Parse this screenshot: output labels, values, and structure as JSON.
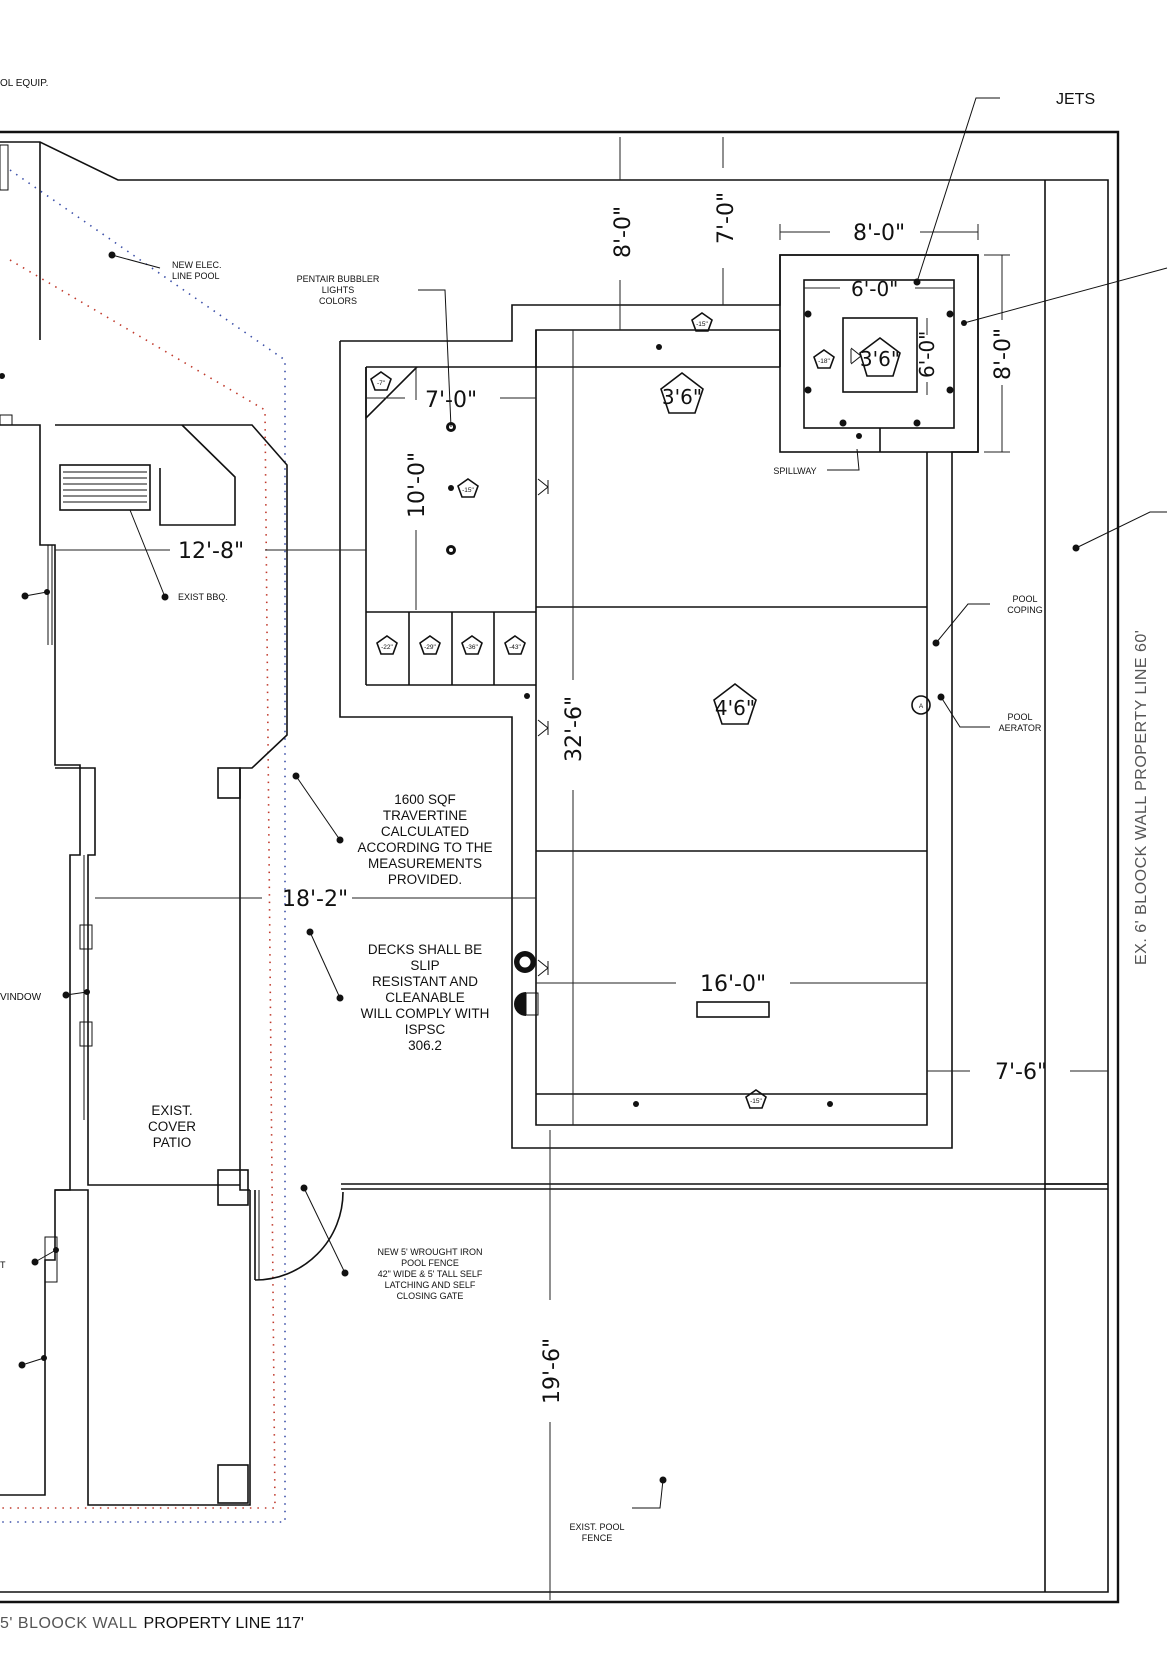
{
  "labels": {
    "pool_equip": "OL EQUIP.",
    "jets": "JETS",
    "new_elec_1": "NEW ELEC.",
    "new_elec_2": "LINE POOL",
    "pentair_1": "PENTAIR BUBBLER",
    "pentair_2": "LIGHTS",
    "pentair_3": "COLORS",
    "spillway": "SPILLWAY",
    "exist_bbq": "EXIST BBQ.",
    "pool_coping_1": "POOL",
    "pool_coping_2": "COPING",
    "pool_aerator_1": "POOL",
    "pool_aerator_2": "AERATOR",
    "travertine_1": "1600 SQF",
    "travertine_2": "TRAVERTINE",
    "travertine_3": "CALCULATED",
    "travertine_4": "ACCORDING TO THE",
    "travertine_5": "MEASUREMENTS",
    "travertine_6": "PROVIDED.",
    "decks_1": "DECKS SHALL BE",
    "decks_2": "SLIP",
    "decks_3": "RESISTANT AND",
    "decks_4": "CLEANABLE",
    "decks_5": "WILL COMPLY WITH",
    "decks_6": "ISPSC",
    "decks_7": "306.2",
    "window": "VINDOW",
    "patio_1": "EXIST.",
    "patio_2": "COVER",
    "patio_3": "PATIO",
    "fence_1": "NEW 5' WROUGHT IRON",
    "fence_2": "POOL FENCE",
    "fence_3": "42\" WIDE & 5' TALL SELF",
    "fence_4": "LATCHING AND SELF",
    "fence_5": "CLOSING GATE",
    "exist_fence_1": "EXIST. POOL",
    "exist_fence_2": "FENCE",
    "left_t": "T",
    "property_right": "EX. 6' BLOOCK WALL PROPERTY LINE 60'",
    "property_bottom_gray": "5' BLOOCK WALL",
    "property_bottom_black": "PROPERTY LINE 117'"
  },
  "dimensions": {
    "d_8_0_top": "8'-0\"",
    "d_7_0_top": "7'-0\"",
    "d_spa_w": "8'-0\"",
    "d_spa_inner": "6'-0\"",
    "d_spa_h_inner": "6'-0\"",
    "d_spa_h": "8'-0\"",
    "d_7_0_ledge": "7'-0\"",
    "d_10_0": "10'-0\"",
    "d_12_8": "12'-8\"",
    "d_32_6": "32'-6\"",
    "d_18_2": "18'-2\"",
    "d_16_0": "16'-0\"",
    "d_7_6": "7'-6\"",
    "d_19_6": "19'-6\""
  },
  "depths": {
    "pool_shallow": "3'6\"",
    "pool_mid": "4'6\"",
    "spa": "3'6\""
  },
  "tags": {
    "t7": "-7\"",
    "t15_a": "-15\"",
    "t15_b": "-15\"",
    "t15_c": "-15\"",
    "t18": "-18\"",
    "t22": "-22\"",
    "t29": "-29\"",
    "t36": "-36\"",
    "t43": "-43\"",
    "aerator_a": "A"
  }
}
